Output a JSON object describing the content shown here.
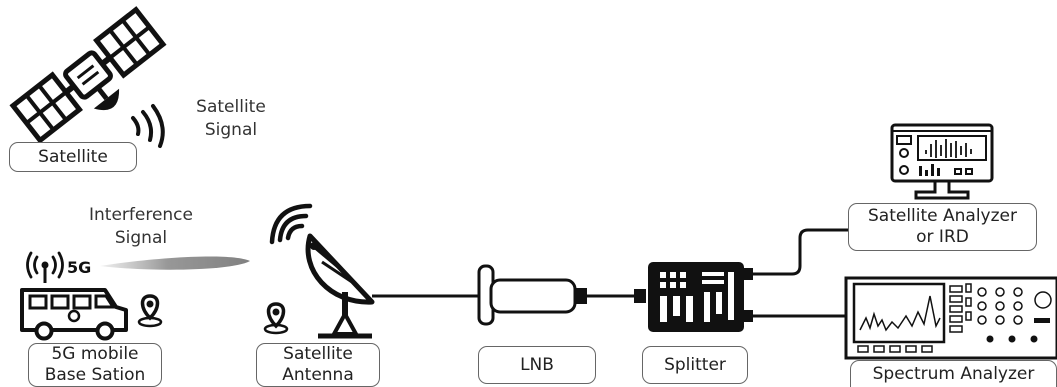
{
  "labels": {
    "satellite": "Satellite",
    "satellite_signal_1": "Satellite",
    "satellite_signal_2": "Signal",
    "interference_1": "Interference",
    "interference_2": "Signal",
    "base_station_1": "5G mobile",
    "base_station_2": "Base Sation",
    "antenna_1": "Satellite",
    "antenna_2": "Antenna",
    "lnb": "LNB",
    "splitter": "Splitter",
    "sat_analyzer_1": "Satellite Analyzer",
    "sat_analyzer_2": "or IRD",
    "spectrum_analyzer": "Spectrum Analyzer",
    "badge_5g": "5G"
  }
}
